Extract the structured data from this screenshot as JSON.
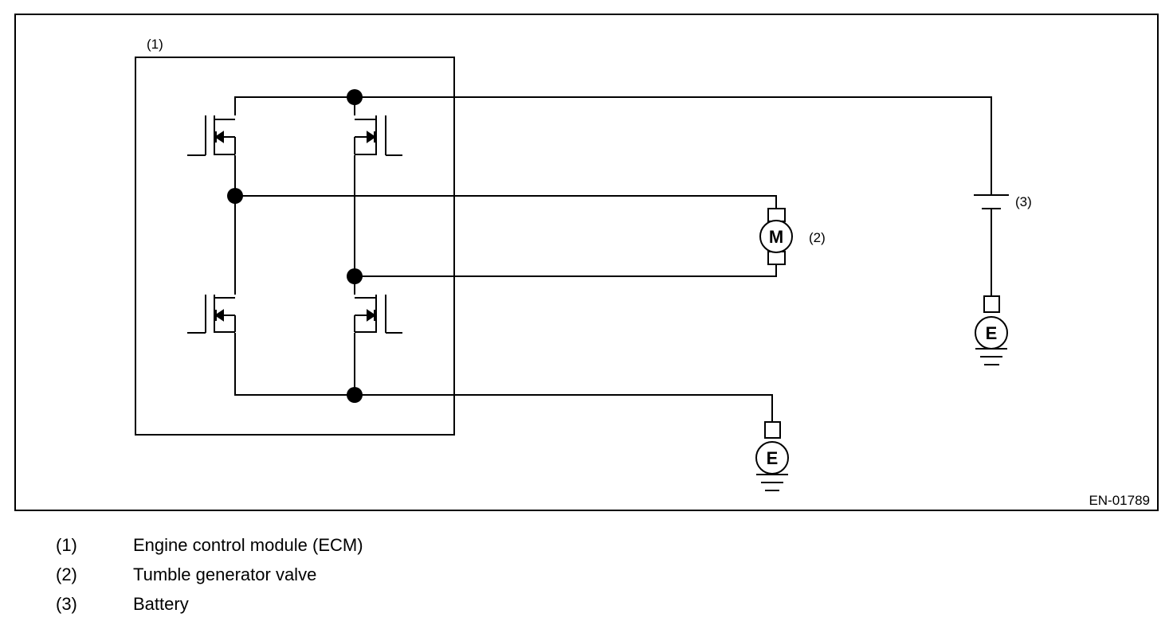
{
  "diagram": {
    "ecm_marker": "(1)",
    "motor_marker": "(2)",
    "battery_marker": "(3)",
    "motor_symbol": "M",
    "ground_symbol": "E",
    "figure_id": "EN-01789"
  },
  "legend": [
    {
      "num": "(1)",
      "text": "Engine control module (ECM)"
    },
    {
      "num": "(2)",
      "text": "Tumble generator valve"
    },
    {
      "num": "(3)",
      "text": "Battery"
    }
  ]
}
